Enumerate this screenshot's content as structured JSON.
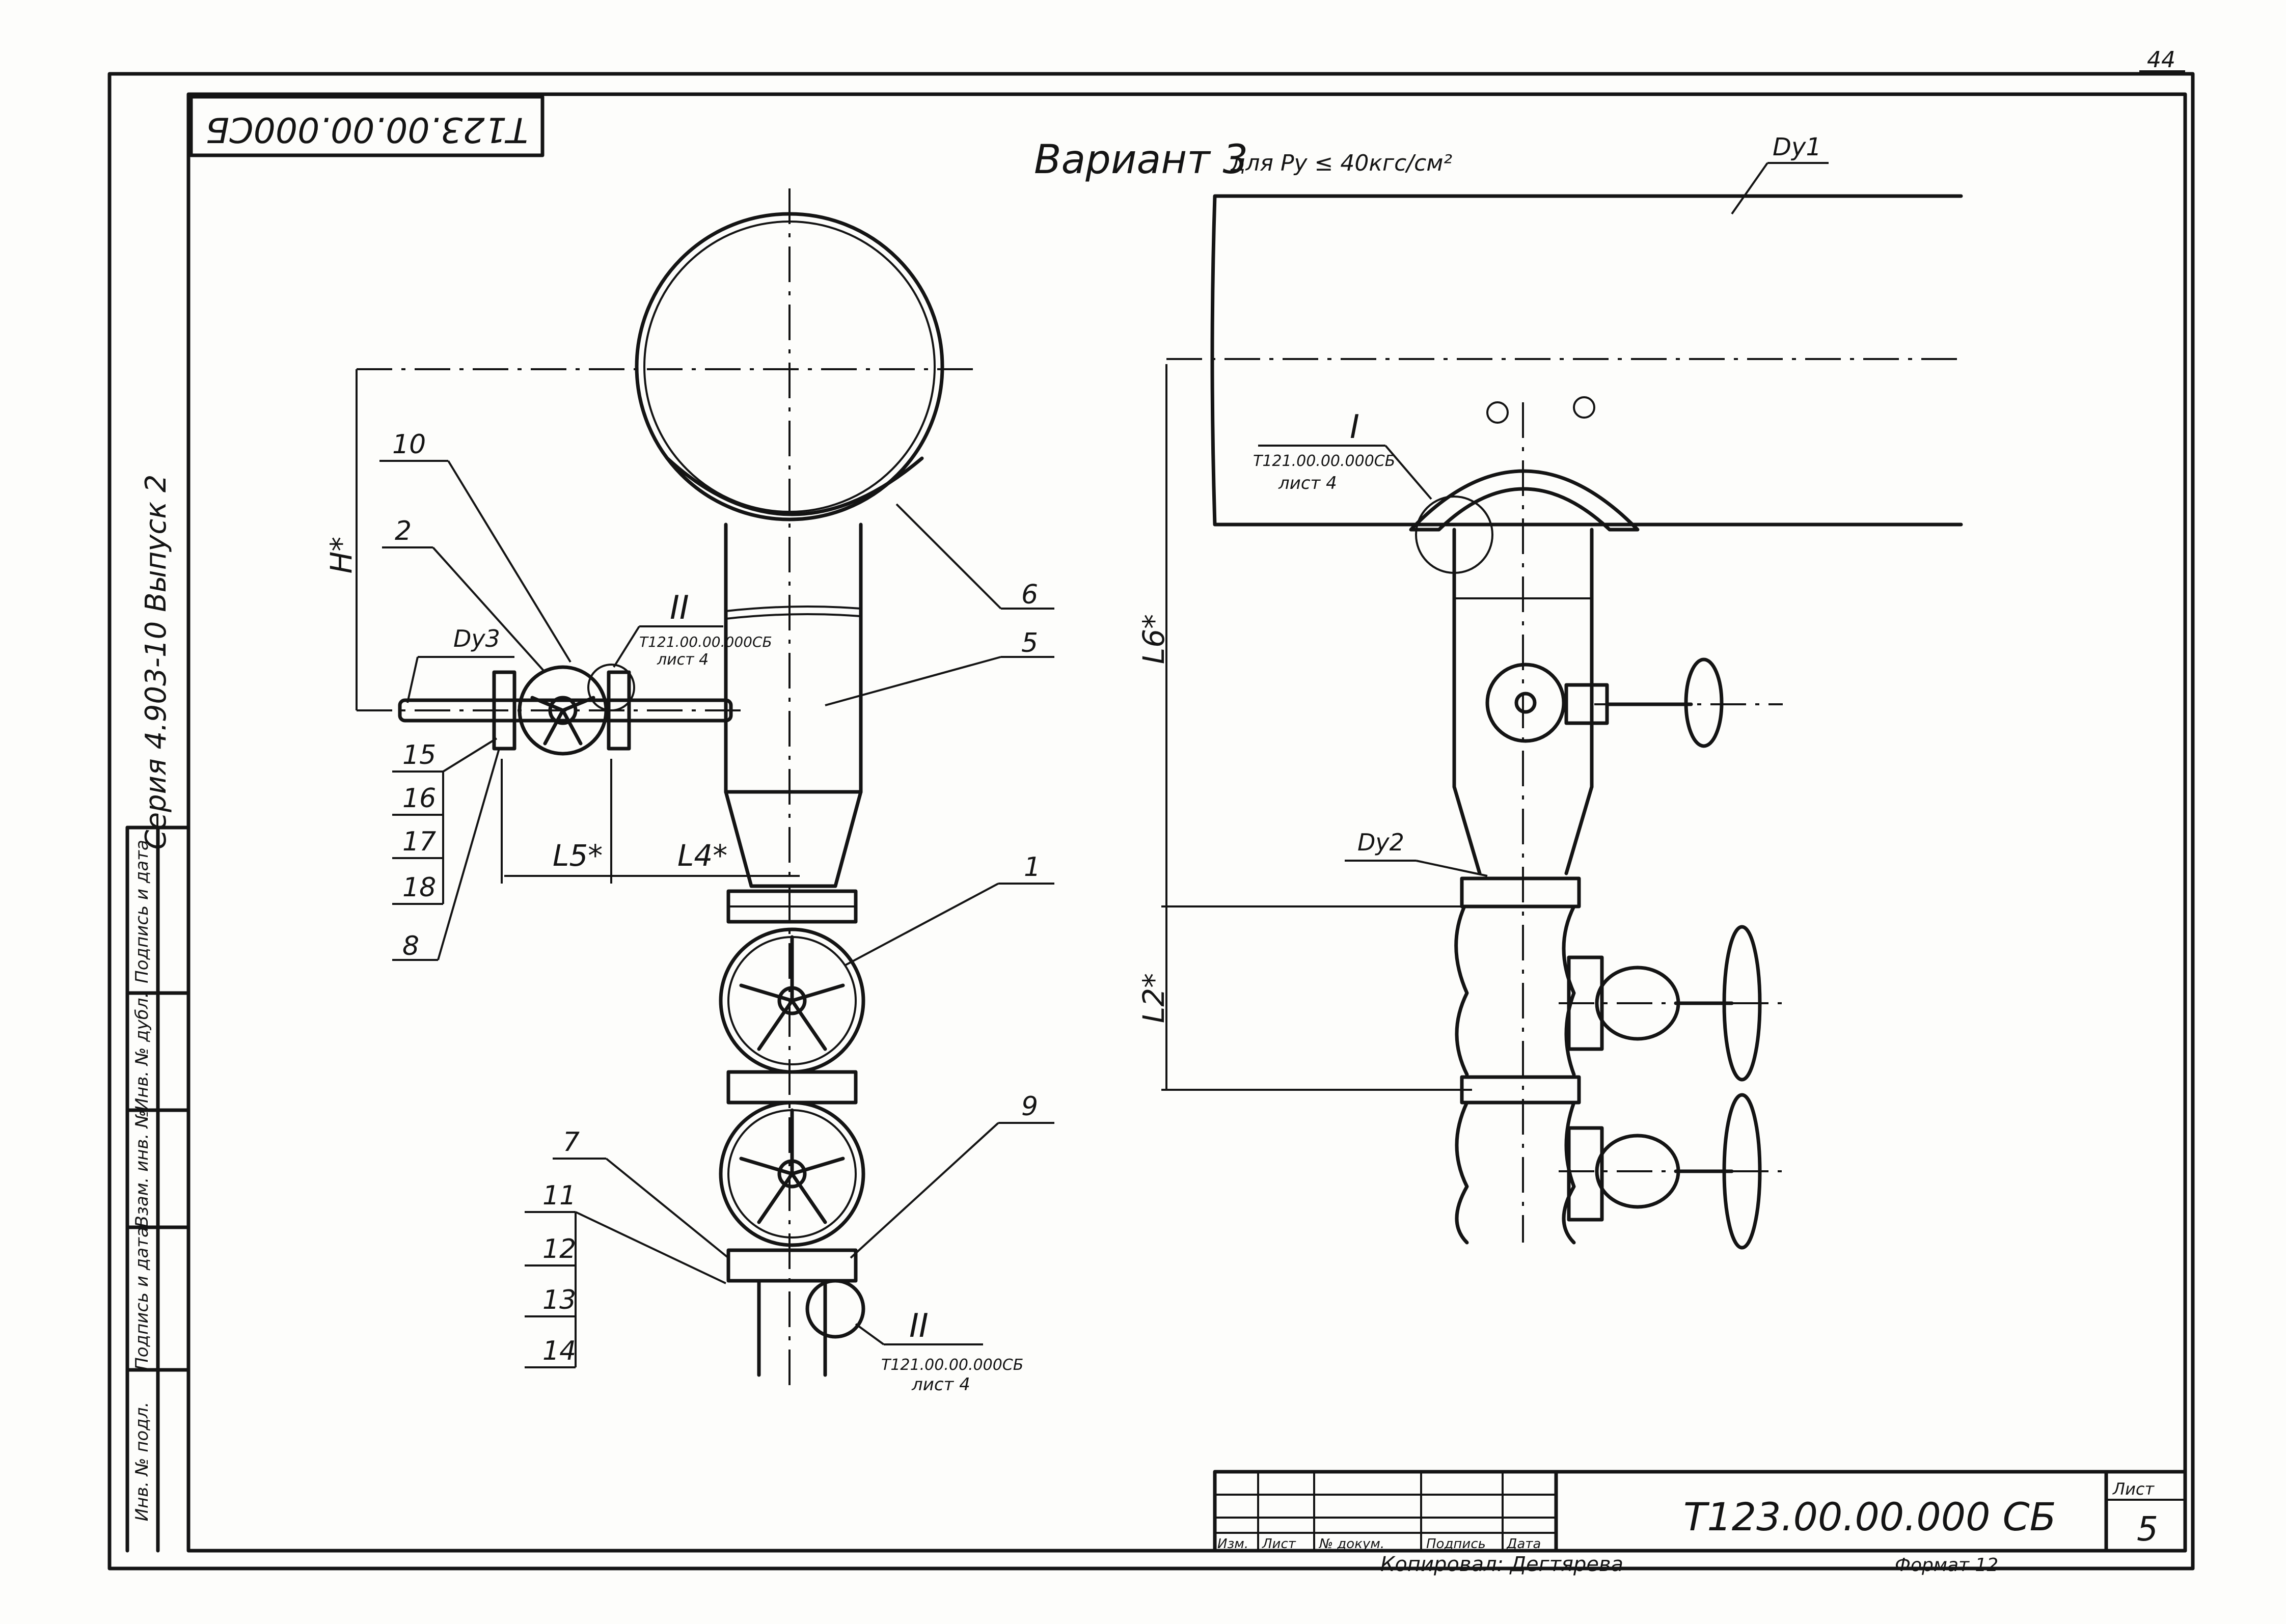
{
  "sheet": {
    "corner_number": "44",
    "stamp_code_upside_down": "Т123.00.00.000СБ",
    "variant_title": "Вариант 3",
    "variant_condition": "для Pу ≤ 40кгс/см²"
  },
  "side_strip": {
    "series": "Серия 4.903-10 Выпуск 2",
    "fields": [
      "Инв. № подл.",
      "Подпись и дата",
      "Взам. инв. №",
      "Инв. № дубл.",
      "Подпись и дата"
    ]
  },
  "left_view": {
    "callouts": [
      "1",
      "2",
      "5",
      "6",
      "7",
      "8",
      "9",
      "10",
      "11",
      "12",
      "13",
      "14",
      "15",
      "16",
      "17",
      "18"
    ],
    "dimensions": {
      "height": "H*",
      "l5": "L5*",
      "l4": "L4*",
      "du3": "Dу3"
    },
    "detail_upper": {
      "mark": "II",
      "ref": "Т121.00.00.000СБ",
      "sheet": "лист 4"
    },
    "detail_lower": {
      "mark": "II",
      "ref": "Т121.00.00.000СБ",
      "sheet": "лист 4"
    }
  },
  "right_view": {
    "dimensions": {
      "du1": "Dу1",
      "du2": "Dу2",
      "l6": "L6*",
      "l2": "L2*"
    },
    "detail": {
      "mark": "I",
      "ref": "Т121.00.00.000СБ",
      "sheet": "лист 4"
    }
  },
  "title_block": {
    "columns": [
      "Изм.",
      "Лист",
      "№ докум.",
      "Подпись",
      "Дата"
    ],
    "document_code": "Т123.00.00.000 СБ",
    "sheet_label": "Лист",
    "sheet_number": "5",
    "copied_by": "Копировал: Дегтярева",
    "format": "Формат 12"
  },
  "colors": {
    "ink": "#141414",
    "paper": "#fdfdfb"
  }
}
